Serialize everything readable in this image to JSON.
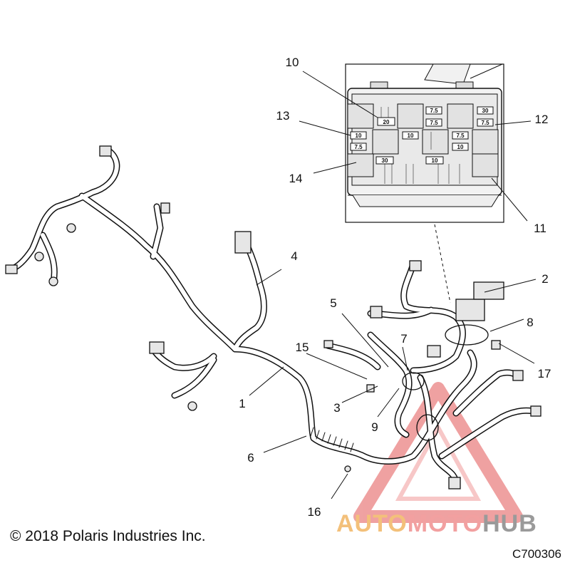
{
  "copyright": "© 2018 Polaris Industries Inc.",
  "drawing_id": "C700306",
  "watermark": {
    "part1": "AUTO",
    "part2": "MOTO",
    "part3": "HUB"
  },
  "callouts": {
    "c1": "1",
    "c2": "2",
    "c3": "3",
    "c4": "4",
    "c5": "5",
    "c6": "6",
    "c7": "7",
    "c8": "8",
    "c9": "9",
    "c10": "10",
    "c11": "11",
    "c12": "12",
    "c13": "13",
    "c14": "14",
    "c15": "15",
    "c16": "16",
    "c17": "17"
  },
  "fuses": {
    "f20": "20",
    "f75a": "7.5",
    "f75b": "7.5",
    "f30a": "30",
    "f75c": "7.5",
    "f10a": "10",
    "f75d": "7.5",
    "f10b": "10",
    "f75e": "7.5",
    "f10c": "10",
    "f30b": "30",
    "f10d": "10"
  },
  "colors": {
    "line": "#111111",
    "watermark_red": "#e25555",
    "watermark_orange": "#f3c07a",
    "watermark_gray": "#9a9a9a"
  }
}
